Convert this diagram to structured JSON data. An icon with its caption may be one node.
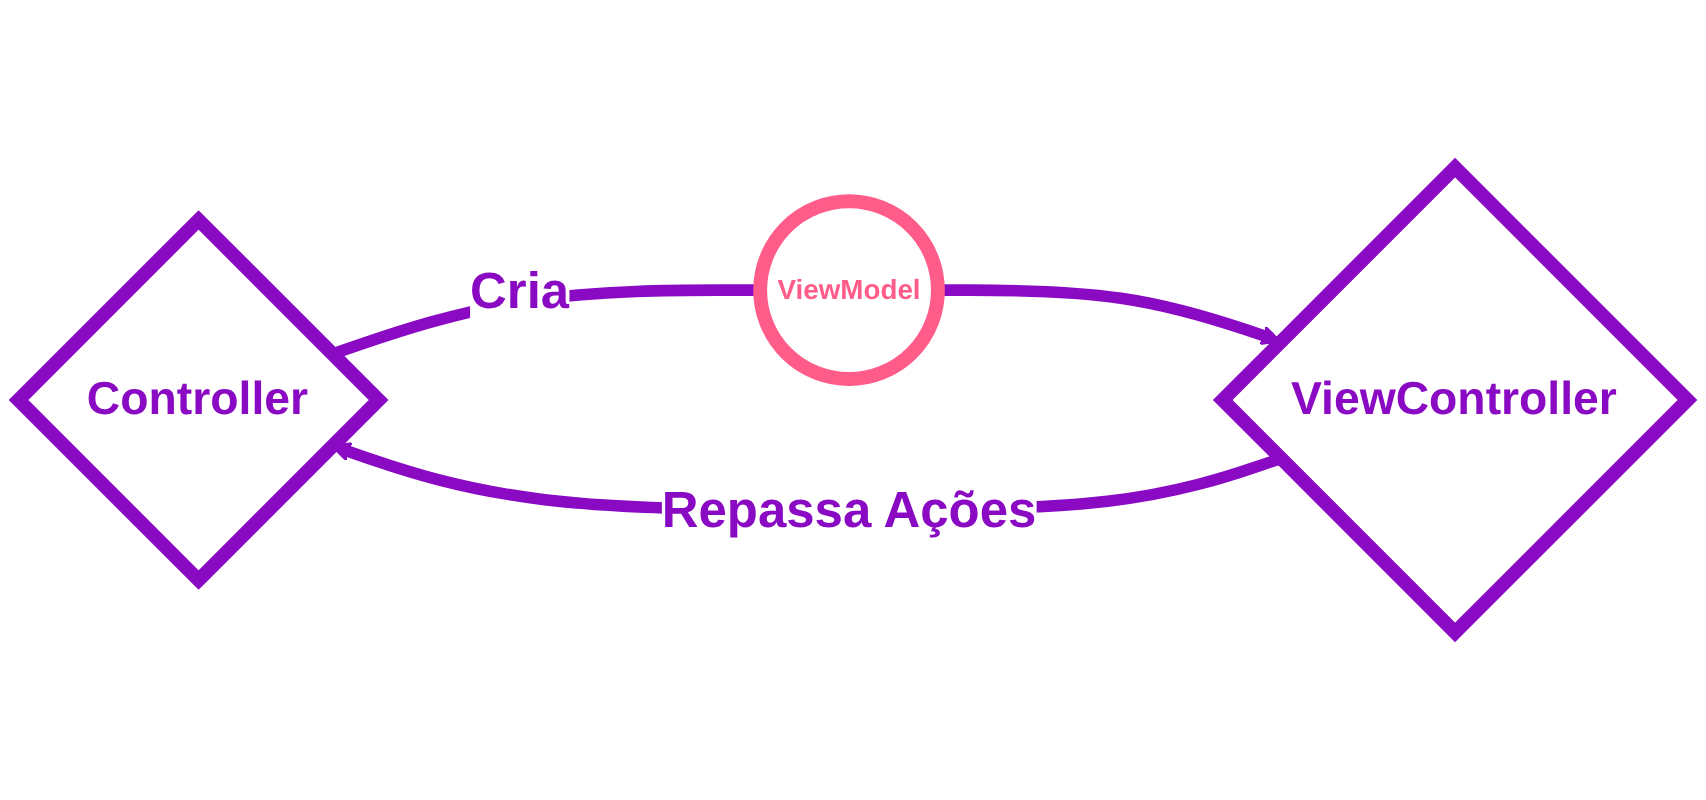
{
  "diagram": {
    "nodes": [
      {
        "text": [
          "Controller"
        ]
      },
      {
        "text": [
          "ViewModel"
        ]
      },
      {
        "text": [
          "ViewController"
        ]
      }
    ],
    "edges": [
      {
        "from": 0,
        "to": 1,
        "arrow": "none",
        "label": "Cria"
      },
      {
        "from": 1,
        "to": 2,
        "arrow": "to"
      },
      {
        "from": 2,
        "to": 0,
        "arrow": "to",
        "label": "Repassa Ações"
      }
    ]
  }
}
